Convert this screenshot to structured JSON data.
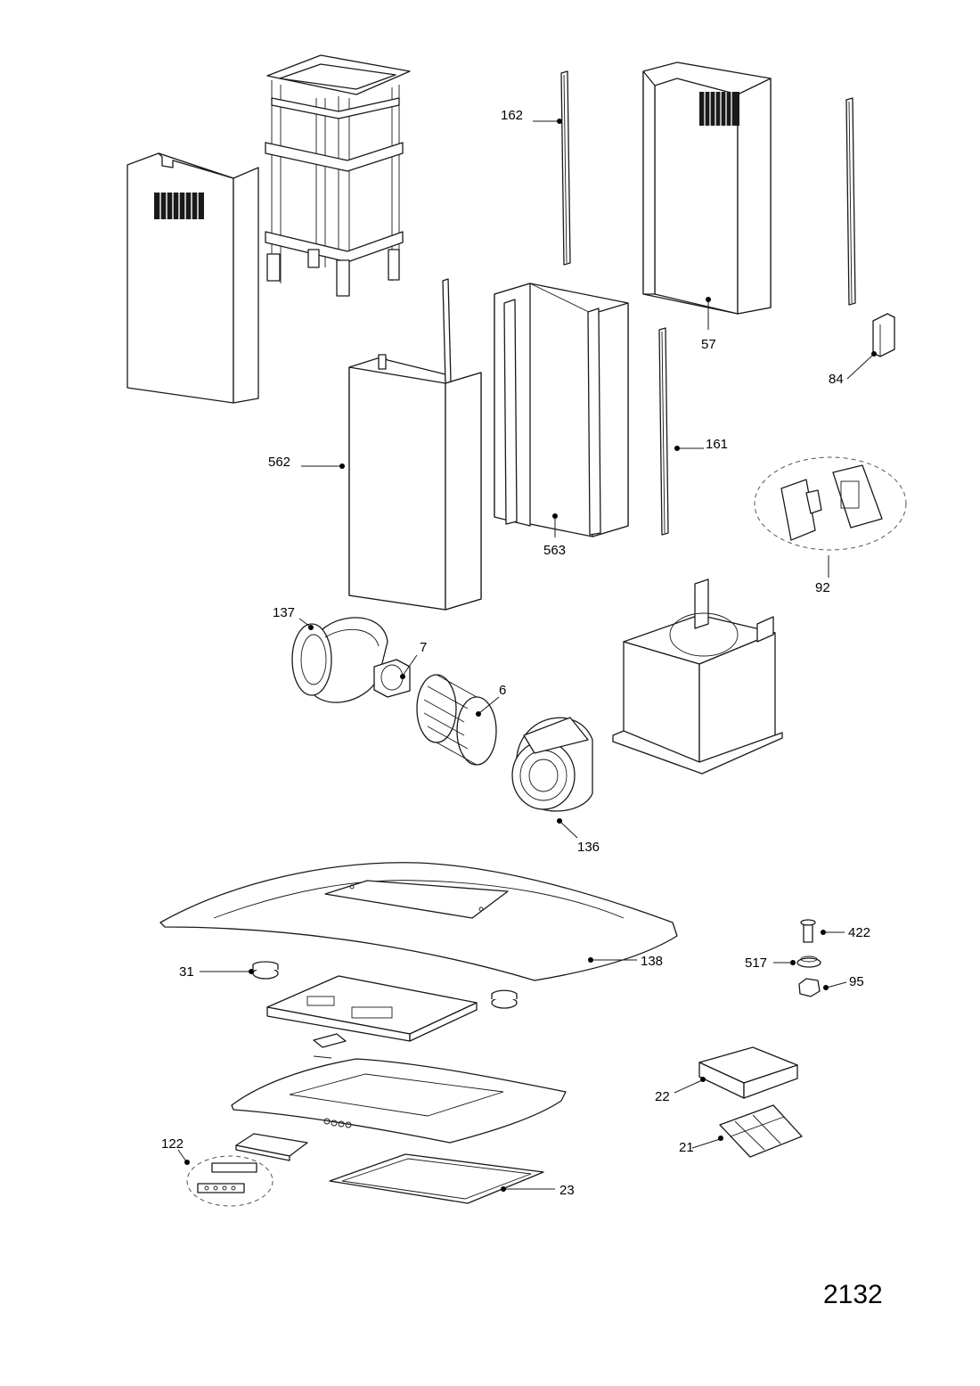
{
  "diagram": {
    "page_number": "2132",
    "parts": [
      {
        "id": "p162",
        "label": "162"
      },
      {
        "id": "p57",
        "label": "57"
      },
      {
        "id": "p84",
        "label": "84"
      },
      {
        "id": "p562",
        "label": "562"
      },
      {
        "id": "p161",
        "label": "161"
      },
      {
        "id": "p563",
        "label": "563"
      },
      {
        "id": "p92",
        "label": "92"
      },
      {
        "id": "p137",
        "label": "137"
      },
      {
        "id": "p7",
        "label": "7"
      },
      {
        "id": "p6",
        "label": "6"
      },
      {
        "id": "p136",
        "label": "136"
      },
      {
        "id": "p422",
        "label": "422"
      },
      {
        "id": "p31",
        "label": "31"
      },
      {
        "id": "p138",
        "label": "138"
      },
      {
        "id": "p517",
        "label": "517"
      },
      {
        "id": "p95",
        "label": "95"
      },
      {
        "id": "p22",
        "label": "22"
      },
      {
        "id": "p21",
        "label": "21"
      },
      {
        "id": "p122",
        "label": "122"
      },
      {
        "id": "p23",
        "label": "23"
      }
    ]
  }
}
